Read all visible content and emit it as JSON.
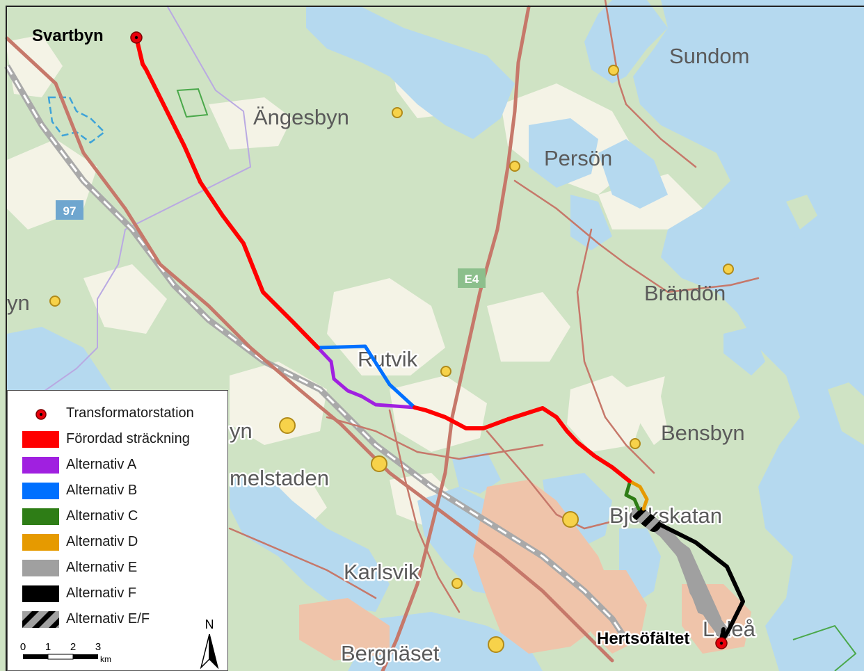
{
  "map": {
    "places": [
      {
        "name": "Svartbyn"
      },
      {
        "name": "Sundom"
      },
      {
        "name": "Ängesbyn"
      },
      {
        "name": "Persön"
      },
      {
        "name": "Brändön"
      },
      {
        "name": "Rutvik"
      },
      {
        "name": "Bensbyn"
      },
      {
        "name": "Björkskatan"
      },
      {
        "name": "Karlsvik"
      },
      {
        "name": "Bergnäset"
      },
      {
        "name": "Luleå"
      },
      {
        "name": "yn"
      },
      {
        "name": "yn"
      },
      {
        "name": "melstaden"
      }
    ],
    "stations": [
      {
        "name": "Svartbyn"
      },
      {
        "name": "Hertsöfältet"
      }
    ],
    "road_shields": [
      {
        "label": "97"
      },
      {
        "label": "E4"
      }
    ],
    "north_label": "N",
    "colors": {
      "water": "#b5d9ef",
      "forest": "#cfe3c4",
      "open_land": "#f4f3e6",
      "urban": "#efc4aa",
      "road": "#c6786a",
      "rail": "#a9a9a9"
    }
  },
  "legend": {
    "items": [
      {
        "label": "Transformatorstation",
        "symbol": "station-dot",
        "color": "#e8000b"
      },
      {
        "label": "Förordad sträckning",
        "symbol": "swatch",
        "color": "#ff0000"
      },
      {
        "label": "Alternativ A",
        "symbol": "swatch",
        "color": "#a020e0"
      },
      {
        "label": "Alternativ B",
        "symbol": "swatch",
        "color": "#0070ff"
      },
      {
        "label": "Alternativ  C",
        "symbol": "swatch",
        "color": "#2e7d16"
      },
      {
        "label": "Alternativ  D",
        "symbol": "swatch",
        "color": "#e69a00"
      },
      {
        "label": "Alternativ E",
        "symbol": "swatch",
        "color": "#a0a0a0"
      },
      {
        "label": "Alternativ F",
        "symbol": "swatch",
        "color": "#000000"
      },
      {
        "label": "Alternativ E/F",
        "symbol": "hatched",
        "color": "#000000"
      }
    ],
    "scale_bar": {
      "ticks": [
        "0",
        "1",
        "2",
        "3"
      ],
      "unit": "km"
    }
  }
}
